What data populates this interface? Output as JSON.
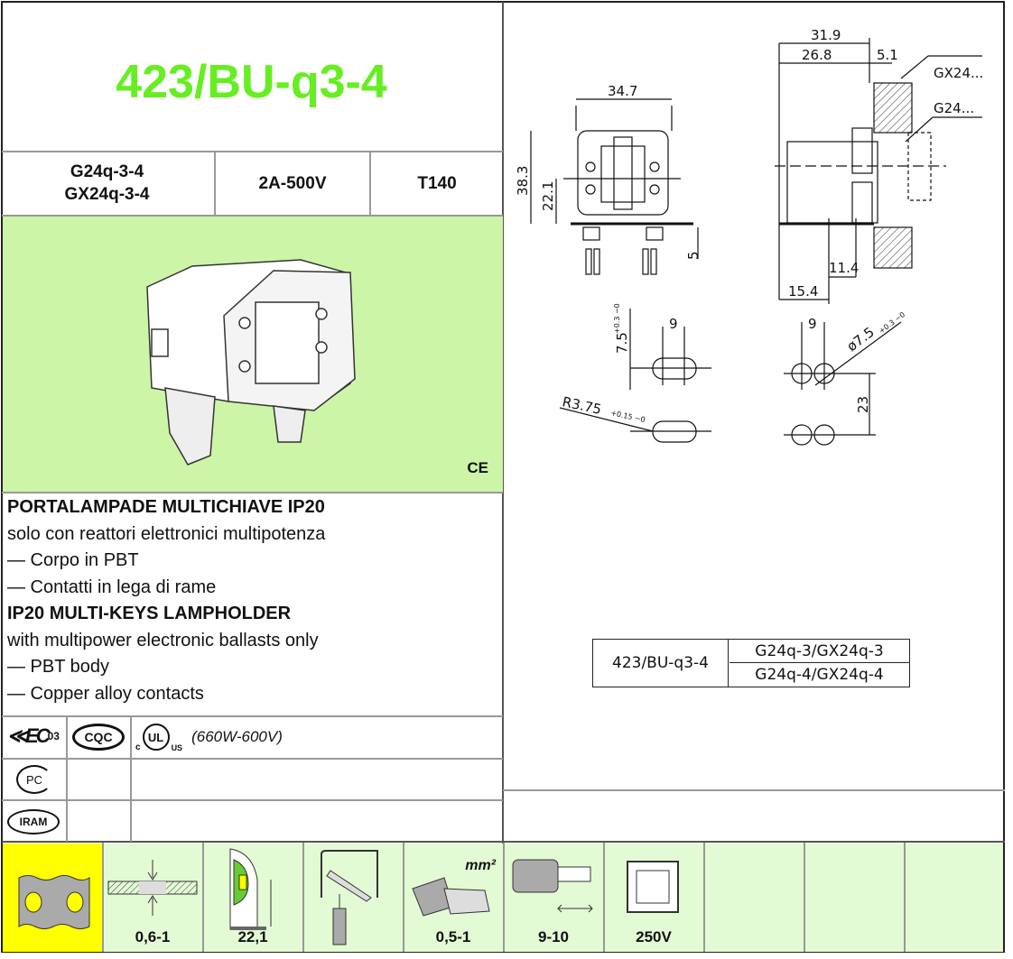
{
  "title": "423/BU-q3-4",
  "specs": {
    "bases": [
      "G24q-3-4",
      "GX24q-3-4"
    ],
    "rating": "2A-500V",
    "temp": "T140"
  },
  "ce_mark": "CE",
  "description": {
    "it_title": "PORTALAMPADE MULTICHIAVE IP20",
    "it_lines": [
      "solo con reattori elettronici multipotenza",
      "— Corpo in PBT",
      "— Contatti in lega di rame"
    ],
    "en_title": "IP20 MULTI-KEYS LAMPHOLDER",
    "en_lines": [
      "with multipower electronic ballasts only",
      "— PBT body",
      "— Copper alloy contacts"
    ]
  },
  "certifications": {
    "enec": "03",
    "cqc": "CQC",
    "ul": "UL",
    "ul_c": "c",
    "ul_us": "US",
    "ul_rating": "(660W-600V)",
    "gost": "PC",
    "iram": "IRAM"
  },
  "drawing": {
    "dims": {
      "w347": "34.7",
      "h383": "38.3",
      "h221": "22.1",
      "d5": "5",
      "d319": "31.9",
      "d268": "26.8",
      "d51": "5.1",
      "d114": "11.4",
      "d154": "15.4",
      "gx24": "GX24...",
      "g24": "G24...",
      "s9a": "9",
      "s9b": "9",
      "slot": "7.5",
      "slot_tol": "+0.3 −0",
      "dia": "ø7.5",
      "dia_tol": "+0.3 −0",
      "r": "R3.75",
      "r_tol": "+0.15 −0",
      "d23": "23"
    },
    "compat_table": {
      "model": "423/BU-q3-4",
      "rows": [
        "G24q-3/GX24q-3",
        "G24q-4/GX24q-4"
      ]
    }
  },
  "bottom_icons": [
    {
      "icon": "panel-mount-icon",
      "label": ""
    },
    {
      "icon": "panel-thickness-icon",
      "label": "0,6-1"
    },
    {
      "icon": "mounting-height-icon",
      "label": "22,1"
    },
    {
      "icon": "push-wire-terminal-icon",
      "label": ""
    },
    {
      "icon": "wire-section-icon",
      "label": "0,5-1",
      "unit": "mm²"
    },
    {
      "icon": "strip-length-icon",
      "label": "9-10"
    },
    {
      "icon": "insulation-class-icon",
      "label": "250V"
    }
  ],
  "colors": {
    "title": "#66ee22",
    "green_bg": "#ccf5a8",
    "yellow": "#ffff00"
  }
}
